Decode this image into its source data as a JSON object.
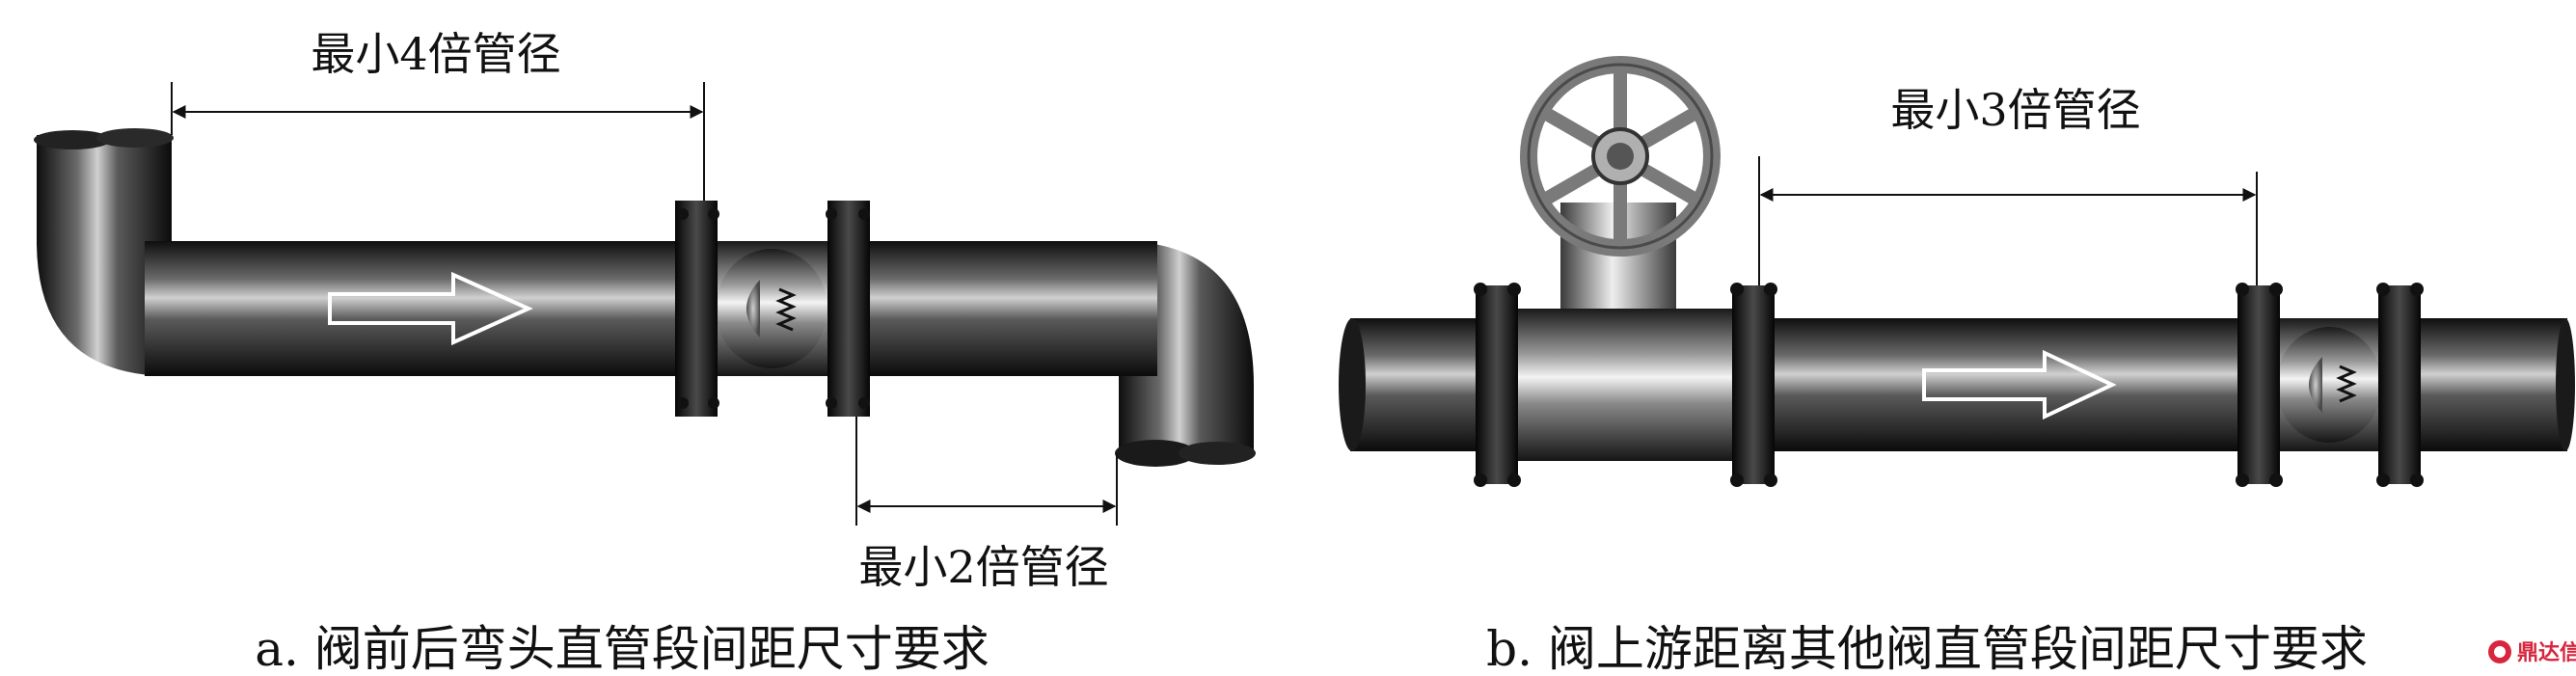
{
  "panel_a": {
    "dim_upstream": "最小4倍管径",
    "dim_downstream": "最小2倍管径",
    "caption": "a. 阀前后弯头直管段间距尺寸要求"
  },
  "panel_b": {
    "dim_upstream": "最小3倍管径",
    "caption": "b. 阀上游距离其他阀直管段间距尺寸要求"
  },
  "watermark": {
    "text": "鼎达信"
  },
  "colors": {
    "pipe_dark": "#1a1a1a",
    "pipe_mid": "#3a3a3a",
    "pipe_light": "#c8c8c8",
    "flange_dark": "#0f0f0f",
    "valve_body_light": "#e6e6e6",
    "handwheel": "#7a7a7a",
    "arrow_stroke": "#ffffff",
    "logo_red": "#d7263d"
  }
}
